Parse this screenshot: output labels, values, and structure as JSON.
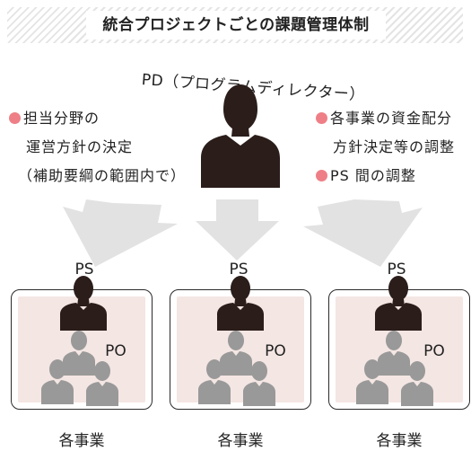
{
  "title": "統合プロジェクトごとの課題管理体制",
  "pd": {
    "label": "PD（プログラムディレクター）",
    "left_notes": [
      "担当分野の",
      "運営方針の決定",
      "（補助要綱の範囲内で）"
    ],
    "right_notes": [
      "各事業の資金配分",
      "方針決定等の調整",
      "PS 間の調整"
    ]
  },
  "units": [
    {
      "ps_label": "PS",
      "po_label": "PO",
      "business_label": "各事業"
    },
    {
      "ps_label": "PS",
      "po_label": "PO",
      "business_label": "各事業"
    },
    {
      "ps_label": "PS",
      "po_label": "PO",
      "business_label": "各事業"
    }
  ],
  "colors": {
    "bullet": "#ee7f86",
    "arrow": "#e2e2e2",
    "leader_silhouette": "#2b1d1a",
    "member_silhouette": "#999999",
    "box_fill": "#f4e6e3"
  },
  "icons": {
    "pd": "person-silhouette-icon",
    "ps": "person-silhouette-icon",
    "po": "group-silhouette-icon"
  }
}
